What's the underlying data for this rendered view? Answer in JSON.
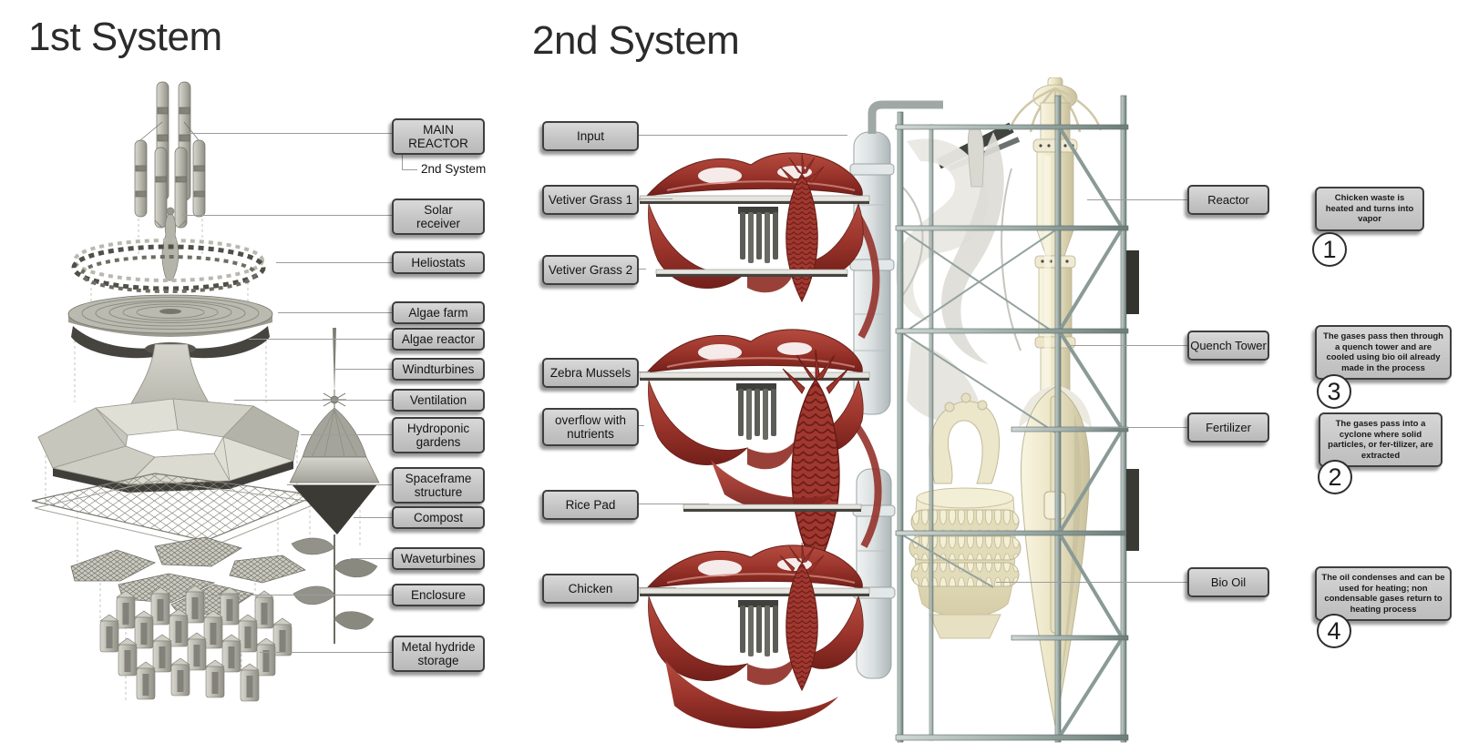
{
  "titles": {
    "system1": "1st System",
    "system2": "2nd System"
  },
  "system1": {
    "labels": [
      {
        "id": "main-reactor",
        "text": "MAIN\nREACTOR"
      },
      {
        "id": "solar-receiver",
        "text": "Solar\nreceiver"
      },
      {
        "id": "heliostats",
        "text": "Heliostats"
      },
      {
        "id": "algae-farm",
        "text": "Algae farm"
      },
      {
        "id": "algae-reactor",
        "text": "Algae reactor"
      },
      {
        "id": "windturbines",
        "text": "Windturbines"
      },
      {
        "id": "ventilation",
        "text": "Ventilation"
      },
      {
        "id": "hydroponic-gardens",
        "text": "Hydroponic\ngardens"
      },
      {
        "id": "spaceframe-structure",
        "text": "Spaceframe\nstructure"
      },
      {
        "id": "compost",
        "text": "Compost"
      },
      {
        "id": "waveturbines",
        "text": "Waveturbines"
      },
      {
        "id": "enclosure",
        "text": "Enclosure"
      },
      {
        "id": "metal-hydride-storage",
        "text": "Metal hydride\nstorage"
      }
    ],
    "sub_note": "2nd System"
  },
  "system2": {
    "left_labels": [
      {
        "id": "input",
        "text": "Input"
      },
      {
        "id": "vetiver-grass-1",
        "text": "Vetiver Grass 1"
      },
      {
        "id": "vetiver-grass-2",
        "text": "Vetiver Grass 2"
      },
      {
        "id": "zebra-mussels",
        "text": "Zebra Mussels"
      },
      {
        "id": "overflow-with-nutrients",
        "text": "overflow with\nnutrients"
      },
      {
        "id": "rice-pad",
        "text": "Rice Pad"
      },
      {
        "id": "chicken",
        "text": "Chicken"
      }
    ],
    "right_labels": [
      {
        "id": "reactor",
        "text": "Reactor"
      },
      {
        "id": "quench-tower",
        "text": "Quench Tower"
      },
      {
        "id": "fertilizer",
        "text": "Fertilizer"
      },
      {
        "id": "bio-oil",
        "text": "Bio Oil"
      }
    ],
    "notes": [
      {
        "num": "1",
        "text": "Chicken waste is heated and turns into vapor"
      },
      {
        "num": "3",
        "text": "The gases pass then through a quench tower and are cooled using bio oil already made in the process"
      },
      {
        "num": "2",
        "text": "The gases pass into a cyclone where solid particles, or fer-tilizer, are extracted"
      },
      {
        "num": "4",
        "text": "The oil condenses and can be used for heating; non condensable gases return to heating process"
      }
    ]
  },
  "colors": {
    "label_bg": "#c6c6c6",
    "label_border": "#3e3e3e",
    "connector_line": "#9c9c9c",
    "accent_red": "#9c352c",
    "cream": "#ece5c6",
    "steel": "#9fafab",
    "render_gray": "#b7b6ac"
  }
}
